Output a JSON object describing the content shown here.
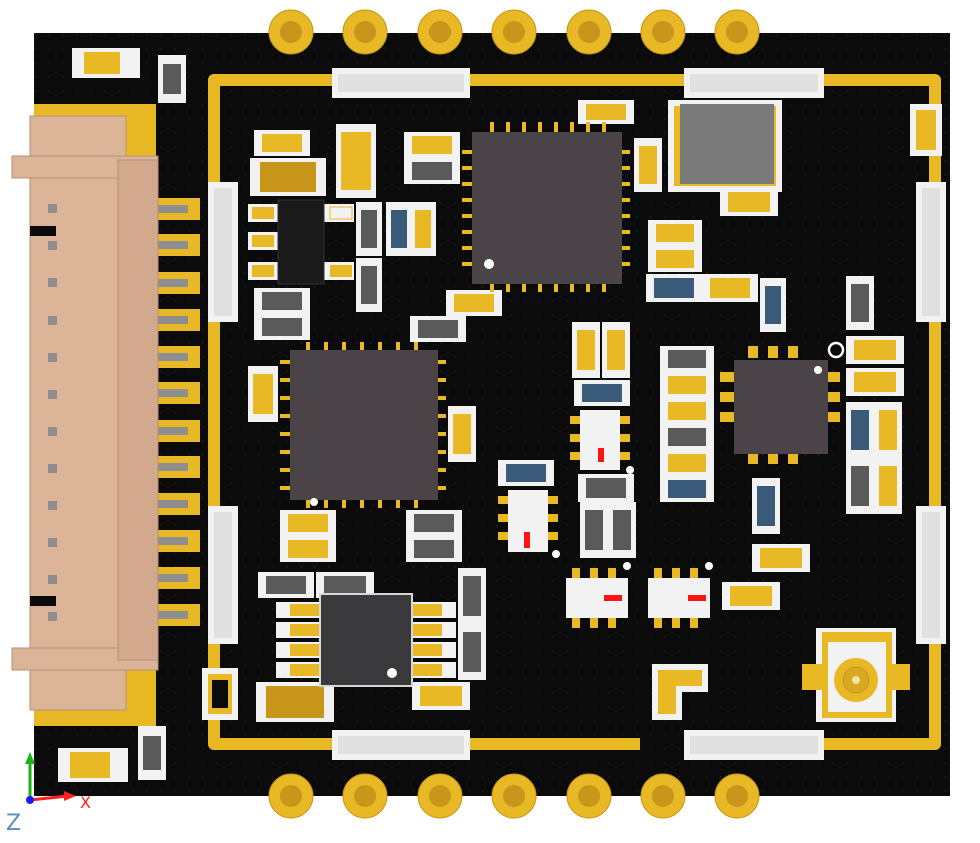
{
  "colors": {
    "background": "#ffffff",
    "board": "#0b0b0b",
    "gold": "#e8b825",
    "gold_dark": "#c7961a",
    "chip": "#4a4448",
    "connector": "#dcb598",
    "connector_dark": "#b48f74",
    "pad_white": "#f2f2f2",
    "resistor_gray": "#5a5a5a",
    "cap_blue": "#3a5a7a",
    "red_mark": "#ff1414",
    "axis_x": "#ff2020",
    "axis_y": "#19b219",
    "axis_z": "#1a1aff"
  },
  "view": {
    "axes": {
      "z_label": "Z",
      "x_label": "X"
    }
  },
  "board": {
    "name": "pcb-3d-view",
    "components": {
      "ics": [
        "mcu-top",
        "mcu-left",
        "sensor-right",
        "soic-bottom",
        "crystal-top-right"
      ],
      "antenna_connector": "u-fl-connector",
      "side_connector": "fpc-connector"
    }
  }
}
